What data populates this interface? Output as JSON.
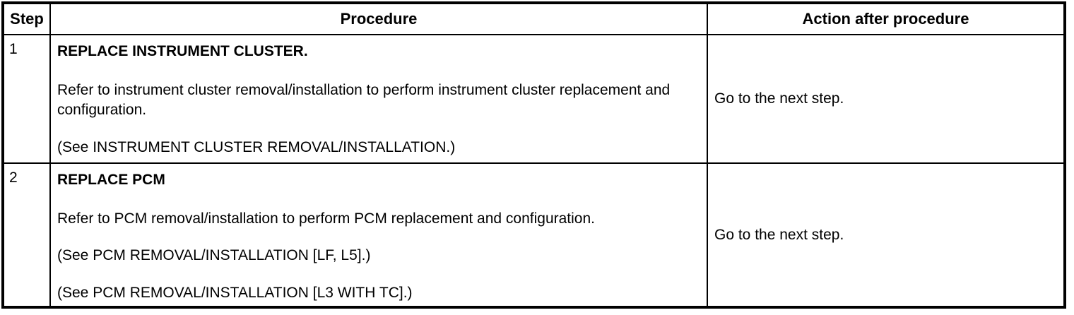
{
  "table": {
    "headers": {
      "step": "Step",
      "procedure": "Procedure",
      "action": "Action after procedure"
    },
    "rows": [
      {
        "step": "1",
        "title": "REPLACE INSTRUMENT CLUSTER.",
        "paragraphs": [
          "Refer to instrument cluster removal/installation to perform instrument cluster replacement and configuration."
        ],
        "see_refs": [
          "(See INSTRUMENT CLUSTER REMOVAL/INSTALLATION.)"
        ],
        "action": "Go to the next step."
      },
      {
        "step": "2",
        "title": "REPLACE PCM",
        "paragraphs": [
          "Refer to PCM removal/installation to perform PCM replacement and configuration."
        ],
        "see_refs": [
          "(See PCM REMOVAL/INSTALLATION [LF, L5].)",
          "(See PCM REMOVAL/INSTALLATION [L3 WITH TC].)"
        ],
        "action": "Go to the next step."
      }
    ]
  },
  "colors": {
    "border": "#000000",
    "text": "#000000",
    "background": "#ffffff"
  }
}
